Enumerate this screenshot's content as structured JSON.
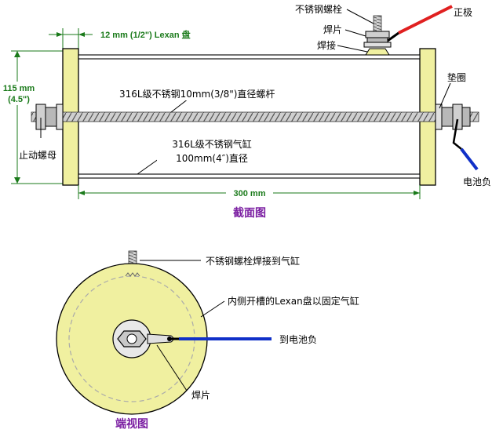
{
  "cross_section": {
    "title": "截面图",
    "dim_thickness": "12 mm (1/2\") Lexan 盘",
    "dim_height_1": "115 mm",
    "dim_height_2": "(4.5\")",
    "dim_length": "300 mm",
    "label_bolt": "不锈钢螺栓",
    "label_lug": "焊片",
    "label_weld": "焊接",
    "label_positive": "正极",
    "label_washer": "垫圈",
    "label_rod": "316L级不锈钢10mm(3/8\")直径螺杆",
    "label_tube_1": "316L级不锈钢气缸",
    "label_tube_2": "100mm(4″)直径",
    "label_locknut": "止动螺母",
    "label_negative": "电池负"
  },
  "end_view": {
    "title": "端视图",
    "label_bolt_weld": "不锈钢螺栓焊接到气缸",
    "label_groove": "内侧开槽的Lexan盘以固定气缸",
    "label_to_negative": "到电池负",
    "label_lug": "焊片"
  },
  "colors": {
    "lexan": "#f0f0a0",
    "dimension": "#1a7a1a",
    "title": "#7b1fa2",
    "positive_wire": "#e02020",
    "negative_wire": "#1030c8"
  }
}
